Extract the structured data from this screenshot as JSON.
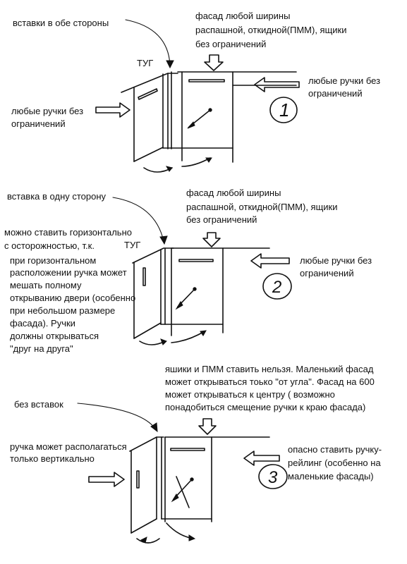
{
  "diagram1": {
    "number": "1",
    "insert_label": "вставки в обе стороны",
    "facade_label": [
      "фасад любой ширины",
      "распашной, откидной(ПММ), ящики",
      "без ограничений"
    ],
    "tug_label": "ТУГ",
    "handles_right": [
      "любые ручки без",
      "ограничений"
    ],
    "handles_left": [
      "любые ручки без",
      "ограничений"
    ]
  },
  "diagram2": {
    "number": "2",
    "insert_label": "вставка в одну сторону",
    "facade_label": [
      "фасад любой ширины",
      "распашной, откидной(ПММ), ящики",
      "без ограничений"
    ],
    "tug_label": "ТУГ",
    "handles_right": [
      "любые ручки без",
      "ограничений"
    ],
    "left_note_top": [
      "можно ставить горизонтально",
      "с осторожностью, т.к."
    ],
    "left_note": [
      "при горизонтальном",
      "расположении ручка может",
      "мешать полному",
      "открыванию двери (особенно",
      "при небольшом размере",
      "фасада). Ручки",
      "должны открываться",
      "\"друг на друга\""
    ]
  },
  "diagram3": {
    "number": "3",
    "insert_label": "без вставок",
    "top_note": [
      "яшики и ПММ ставить нельзя. Маленький фасад",
      "может открываться тоько \"от угла\". Фасад на 600",
      "может открываться к центру  ( возможно",
      "понадобиться смещение ручки к краю фасада)"
    ],
    "left_note": [
      "ручка может располагаться",
      "только вертикально"
    ],
    "right_note": [
      "опасно ставить ручку-",
      "рейлинг (особенно на",
      "маленькие фасады)"
    ]
  }
}
